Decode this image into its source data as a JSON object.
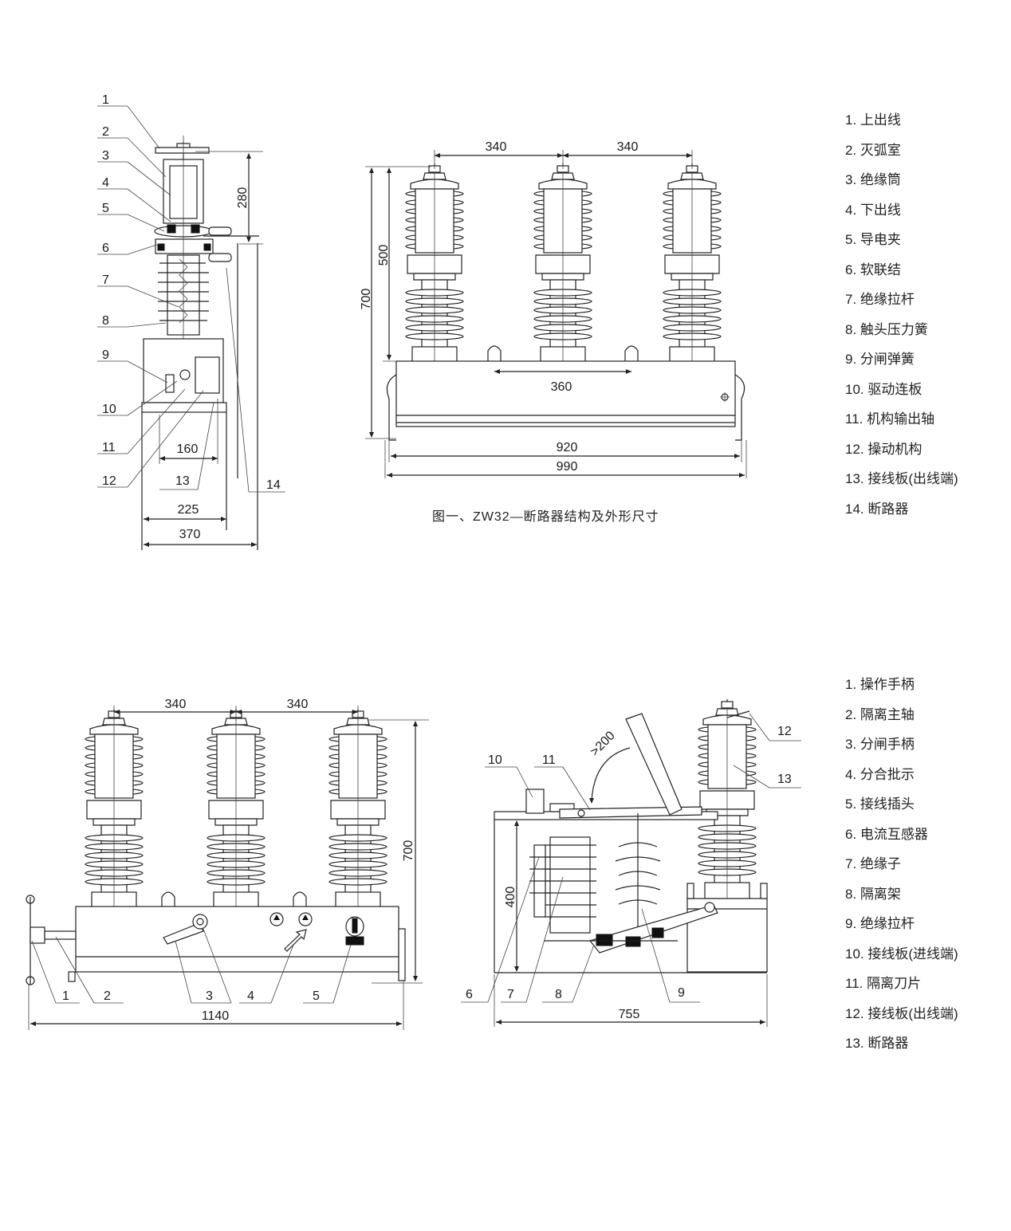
{
  "figure1": {
    "caption": "图一、ZW32—断路器结构及外形尺寸",
    "side_view": {
      "part_numbers": [
        "1",
        "2",
        "3",
        "4",
        "5",
        "6",
        "7",
        "8",
        "9",
        "10",
        "11",
        "12",
        "13",
        "14"
      ],
      "dims": {
        "d280": "280",
        "d160": "160",
        "d225": "225",
        "d370": "370"
      }
    },
    "front_view": {
      "dims": {
        "d340a": "340",
        "d340b": "340",
        "d500": "500",
        "d700": "700",
        "d360": "360",
        "d920": "920",
        "d990": "990"
      }
    },
    "legend": [
      "1. 上出线",
      "2. 灭弧室",
      "3. 绝缘筒",
      "4. 下出线",
      "5. 导电夹",
      "6. 软联结",
      "7. 绝缘拉杆",
      "8. 触头压力簧",
      "9. 分闸弹簧",
      "10. 驱动连板",
      "11. 机构输出轴",
      "12. 操动机构",
      "13. 接线板(出线端)",
      "14. 断路器"
    ]
  },
  "figure2": {
    "front_view": {
      "dims": {
        "d340a": "340",
        "d340b": "340",
        "d700": "700",
        "d1140": "1140"
      },
      "part_numbers": [
        "1",
        "2",
        "3",
        "4",
        "5"
      ]
    },
    "side_view": {
      "dims": {
        "d200": ">200",
        "d400": "400",
        "d755": "755"
      },
      "part_numbers": [
        "6",
        "7",
        "8",
        "9",
        "10",
        "11",
        "12",
        "13"
      ]
    },
    "legend": [
      "1. 操作手柄",
      "2. 隔离主轴",
      "3. 分闸手柄",
      "4. 分合批示",
      "5. 接线插头",
      "6. 电流互感器",
      "7. 绝缘子",
      "8. 隔离架",
      "9. 绝缘拉杆",
      "10. 接线板(进线端)",
      "11. 隔离刀片",
      "12. 接线板(出线端)",
      "13. 断路器"
    ]
  }
}
